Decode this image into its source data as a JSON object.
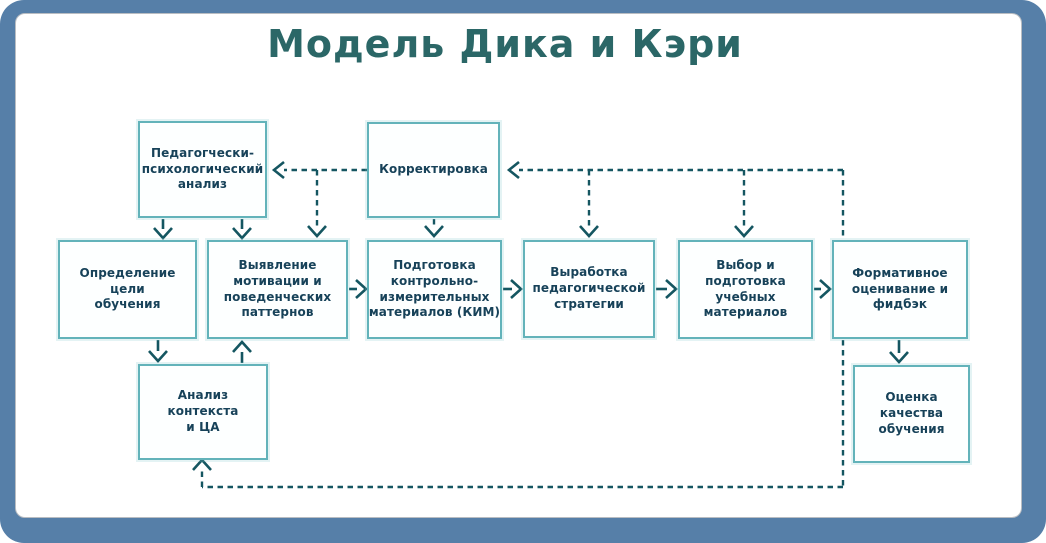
{
  "title": "Модель Дика и Кэри",
  "colors": {
    "frame_blue": "#567fa8",
    "canvas_white": "#ffffff",
    "box_border": "#63b3ba",
    "box_fill": "#fdffff",
    "box_text": "#174259",
    "title_text": "#2b6767",
    "arrow": "#155661"
  },
  "boxes": [
    {
      "id": "pedagogical-psychological-analysis",
      "label": "Педагогчески-\nпсихологический\nанализ"
    },
    {
      "id": "correction",
      "label": "Корректировка"
    },
    {
      "id": "learning-goal",
      "label": "Определение\nцели\nобучения"
    },
    {
      "id": "motivation-patterns",
      "label": "Выявление\nмотивации и\nповеденческих\nпаттернов"
    },
    {
      "id": "kim-preparation",
      "label": "Подготовка\nконтрольно-\nизмерительных\nматериалов (КИМ)"
    },
    {
      "id": "pedagogical-strategy",
      "label": "Выработка\nпедагогической\nстратегии"
    },
    {
      "id": "learning-materials",
      "label": "Выбор и\nподготовка\nучебных\nматериалов"
    },
    {
      "id": "formative-assessment",
      "label": "Формативное\nоценивание и\nфидбэк"
    },
    {
      "id": "context-analysis",
      "label": "Анализ\nконтекста\nи ЦА"
    },
    {
      "id": "quality-assessment",
      "label": "Оценка\nкачества\nобучения"
    }
  ]
}
